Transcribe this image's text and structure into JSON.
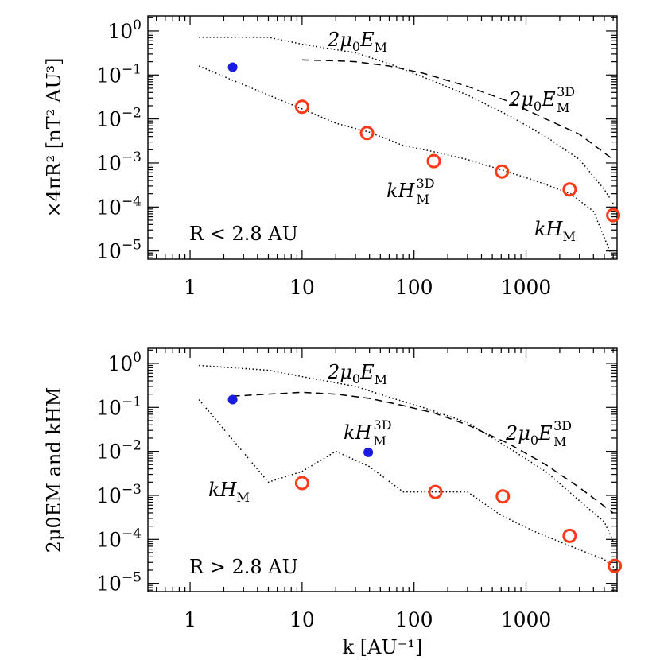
{
  "chart_data": [
    {
      "type": "scatter",
      "panel": "top",
      "xscale": "log",
      "yscale": "log",
      "xlim": [
        0.42,
        6500
      ],
      "ylim": [
        6.5e-06,
        2.2
      ],
      "x_ticks": [
        "1",
        "10",
        "100",
        "1000"
      ],
      "y_ticks": [
        {
          "base": "10",
          "exp": "0"
        },
        {
          "base": "10",
          "exp": "−1"
        },
        {
          "base": "10",
          "exp": "−2"
        },
        {
          "base": "10",
          "exp": "−3"
        },
        {
          "base": "10",
          "exp": "−4"
        },
        {
          "base": "10",
          "exp": "−5"
        }
      ],
      "ylabel": "×4πR² [nT² AU³]",
      "annotation": "R < 2.8 AU",
      "series": [
        {
          "name": "2μ0EM",
          "style": "dotted",
          "x": [
            1.2,
            5,
            10,
            30,
            60,
            120,
            300,
            700,
            1500,
            3000,
            5000,
            6000
          ],
          "y": [
            0.72,
            0.72,
            0.5,
            0.32,
            0.18,
            0.09,
            0.035,
            0.012,
            0.004,
            0.0012,
            0.00025,
            0.00012
          ]
        },
        {
          "name": "2μ0EM3D",
          "style": "dashed",
          "x": [
            10,
            20,
            30,
            60,
            120,
            300,
            700,
            1500,
            3000,
            6000
          ],
          "y": [
            0.22,
            0.21,
            0.2,
            0.16,
            0.11,
            0.055,
            0.025,
            0.01,
            0.0045,
            0.0012
          ]
        },
        {
          "name": "kHM",
          "style": "dotted",
          "x": [
            1.2,
            3,
            10,
            20,
            40,
            80,
            150,
            300,
            600,
            1200,
            2500,
            4000,
            6000
          ],
          "y": [
            0.16,
            0.06,
            0.017,
            0.008,
            0.005,
            0.0025,
            0.0018,
            0.0012,
            0.0007,
            0.0004,
            0.0002,
            8e-05,
            6.5e-06
          ]
        },
        {
          "name": "kHM points",
          "style": "open-circle",
          "color": "#ff3a1a",
          "x": [
            10,
            38,
            150,
            610,
            2450,
            6000
          ],
          "y": [
            0.019,
            0.0048,
            0.0011,
            0.00064,
            0.00025,
            6.5e-05
          ]
        },
        {
          "name": "kHM3D",
          "style": "filled-circle",
          "color": "#1a1ae0",
          "x": [
            2.4
          ],
          "y": [
            0.15
          ]
        }
      ],
      "labels": [
        {
          "key": "em",
          "base": "2μ",
          "sub0": "0",
          "E": "E",
          "subM": "M",
          "sup": ""
        },
        {
          "key": "em3d",
          "base": "2μ",
          "sub0": "0",
          "E": "E",
          "subM": "M",
          "sup": "3D"
        },
        {
          "key": "hm3d",
          "base": "k",
          "E": "H",
          "subM": "M",
          "sup": "3D"
        },
        {
          "key": "hm",
          "base": "k",
          "E": "H",
          "subM": "M",
          "sup": ""
        }
      ]
    },
    {
      "type": "scatter",
      "panel": "bottom",
      "xscale": "log",
      "yscale": "log",
      "xlim": [
        0.42,
        6500
      ],
      "ylim": [
        6.5e-06,
        2.2
      ],
      "x_ticks": [
        "1",
        "10",
        "100",
        "1000"
      ],
      "y_ticks": [
        {
          "base": "10",
          "exp": "0"
        },
        {
          "base": "10",
          "exp": "−1"
        },
        {
          "base": "10",
          "exp": "−2"
        },
        {
          "base": "10",
          "exp": "−3"
        },
        {
          "base": "10",
          "exp": "−4"
        },
        {
          "base": "10",
          "exp": "−5"
        }
      ],
      "xlabel": "k [AU⁻¹]",
      "ylabel": "2μ0EM and kHM",
      "annotation": "R > 2.8 AU",
      "series": [
        {
          "name": "2μ0EM",
          "style": "dotted",
          "x": [
            1.2,
            5,
            10,
            30,
            60,
            120,
            300,
            700,
            1500,
            3000,
            5000,
            6000
          ],
          "y": [
            0.9,
            0.7,
            0.5,
            0.3,
            0.17,
            0.1,
            0.045,
            0.012,
            0.0035,
            0.00075,
            0.00025,
            9e-05
          ]
        },
        {
          "name": "2μ0EM3D",
          "style": "dashed",
          "x": [
            2.4,
            5,
            10,
            20,
            40,
            80,
            150,
            300,
            700,
            1500,
            3000,
            6000
          ],
          "y": [
            0.18,
            0.2,
            0.22,
            0.2,
            0.16,
            0.11,
            0.075,
            0.04,
            0.015,
            0.005,
            0.0015,
            0.0004
          ]
        },
        {
          "name": "kHM",
          "style": "dotted",
          "x": [
            1.2,
            5,
            10,
            20,
            40,
            80,
            150,
            300,
            600,
            1200,
            2500,
            5000,
            6500
          ],
          "y": [
            0.15,
            0.002,
            0.0035,
            0.01,
            0.0045,
            0.0012,
            0.0012,
            0.0012,
            0.00035,
            0.00015,
            7e-05,
            3.5e-05,
            2e-05
          ]
        },
        {
          "name": "kHM points",
          "style": "open-circle",
          "color": "#ff3a1a",
          "x": [
            10,
            155,
            620,
            2450,
            6200
          ],
          "y": [
            0.0019,
            0.0012,
            0.00095,
            0.00012,
            2.5e-05
          ]
        },
        {
          "name": "kHM3D",
          "style": "filled-circle",
          "color": "#1a1ae0",
          "x": [
            2.4,
            39
          ],
          "y": [
            0.15,
            0.0095
          ]
        }
      ],
      "labels": [
        {
          "key": "em",
          "base": "2μ",
          "sub0": "0",
          "E": "E",
          "subM": "M",
          "sup": ""
        },
        {
          "key": "em3d",
          "base": "2μ",
          "sub0": "0",
          "E": "E",
          "subM": "M",
          "sup": "3D"
        },
        {
          "key": "hm3d",
          "base": "k",
          "E": "H",
          "subM": "M",
          "sup": "3D"
        },
        {
          "key": "hm",
          "base": "k",
          "E": "H",
          "subM": "M",
          "sup": ""
        }
      ]
    }
  ]
}
